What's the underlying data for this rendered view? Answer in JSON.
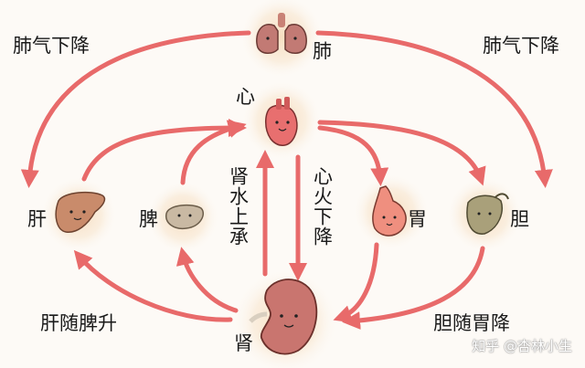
{
  "organs": {
    "lung": "肺",
    "heart": "心",
    "liver": "肝",
    "spleen": "脾",
    "stomach": "胃",
    "gallbladder": "胆",
    "kidney": "肾"
  },
  "flows": {
    "lung_descends_left": "肺气下降",
    "lung_descends_right": "肺气下降",
    "kidney_water_rises": "肾水上承",
    "heart_fire_descends": "心火下降",
    "liver_rises_with_spleen": "肝随脾升",
    "gallbladder_descends_with_stomach": "胆随胃降"
  },
  "watermark": "知乎 @杏林小生",
  "colors": {
    "arrow": "#e86a6a",
    "background": "#fdfaf6",
    "glow": "#f6dcbd"
  }
}
